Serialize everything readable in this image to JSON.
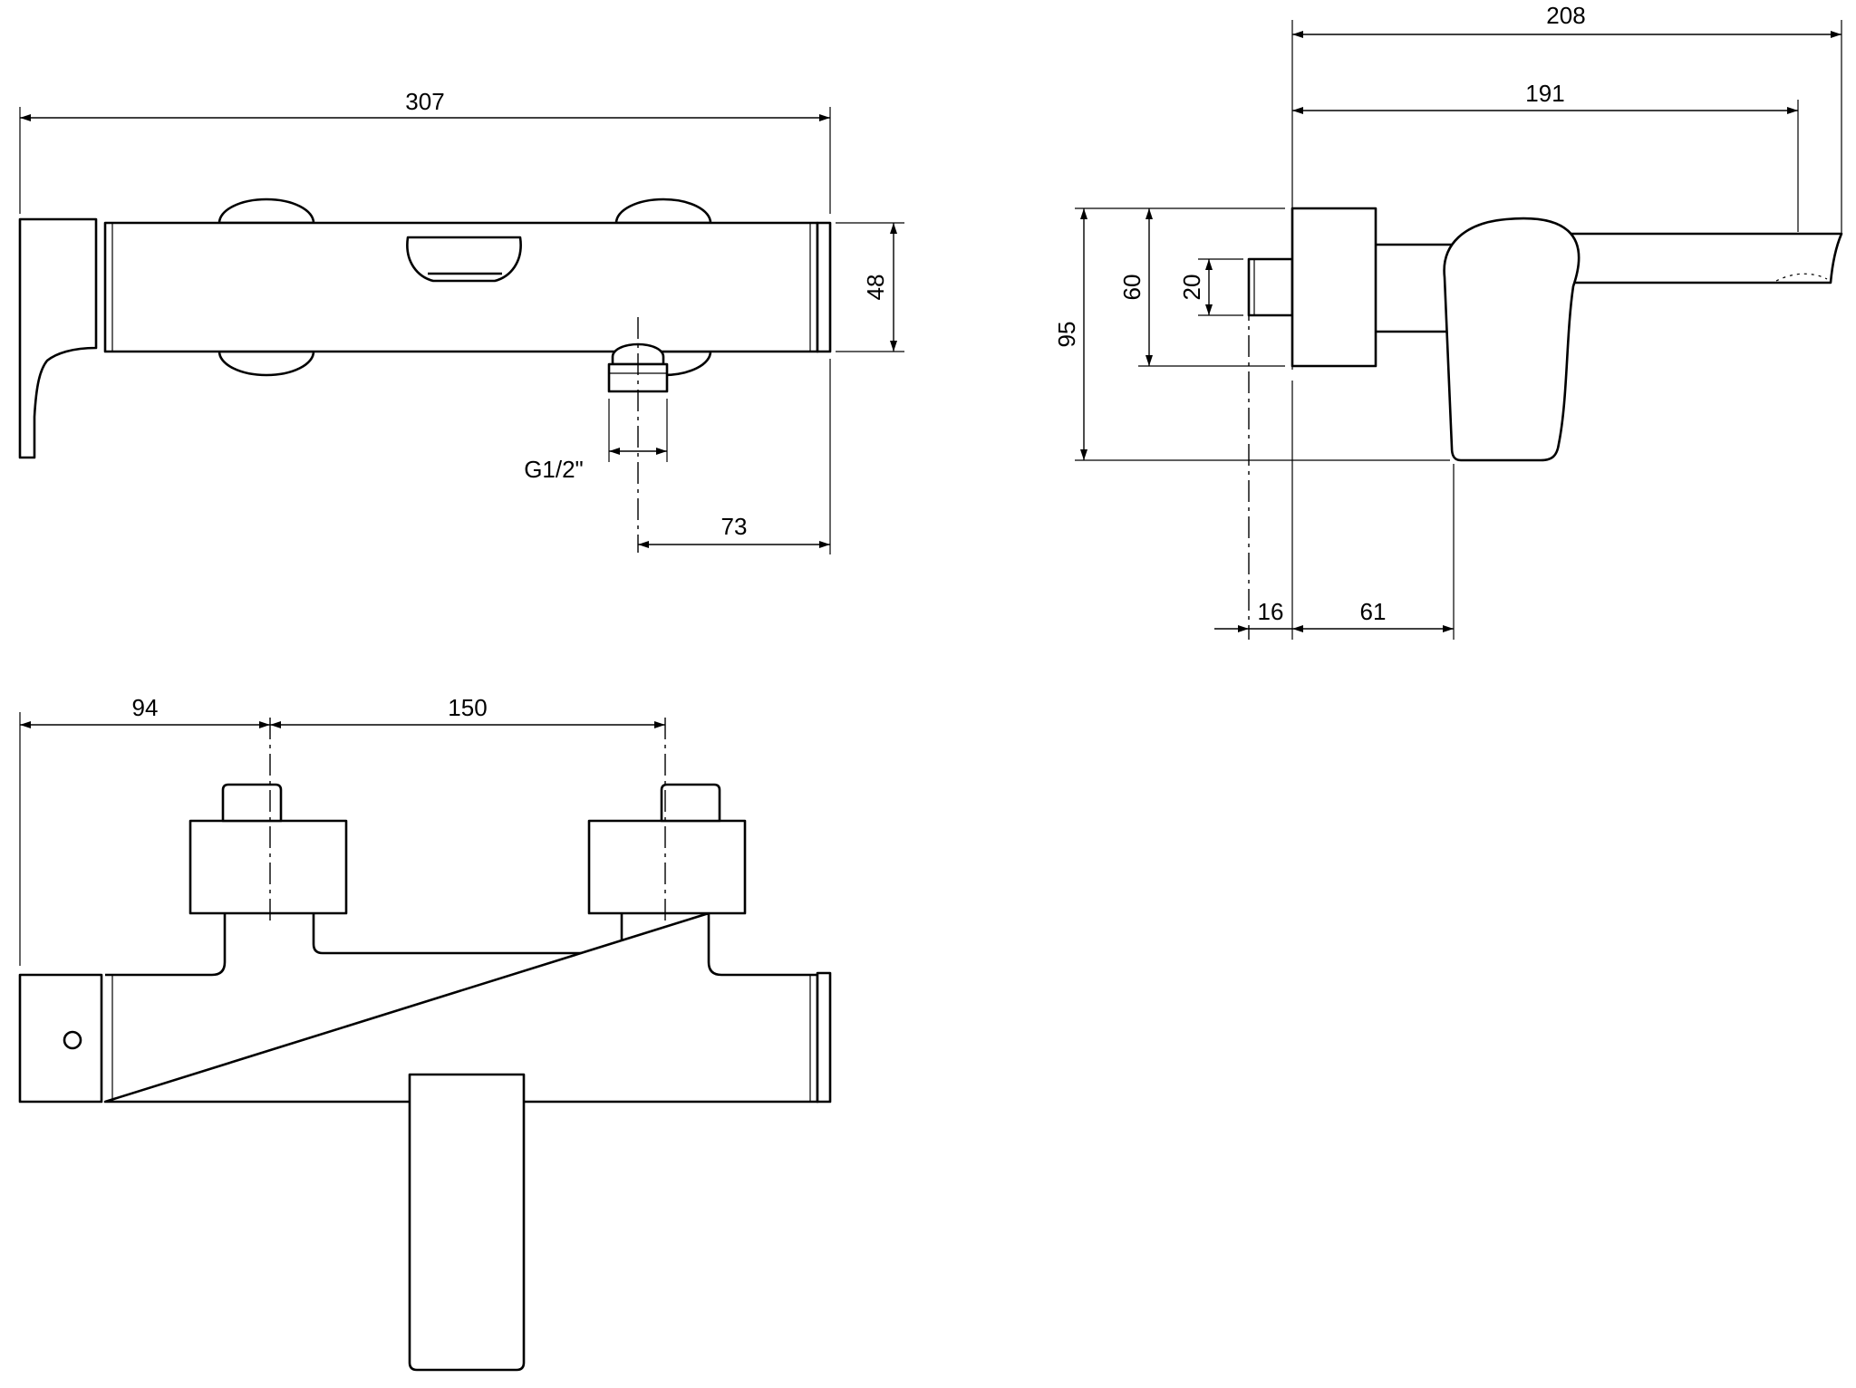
{
  "dimensions": {
    "front": {
      "overall_width": "307",
      "body_height": "48",
      "outlet_thread": "G1/2\"",
      "outlet_offset": "73"
    },
    "side": {
      "spout_projection": "208",
      "spout_reach": "191",
      "total_height": "95",
      "mount_height": "60",
      "inlet_size": "20",
      "inlet_depth": "16",
      "handle_offset": "61"
    },
    "top": {
      "side_offset": "94",
      "inlet_spacing": "150"
    }
  }
}
